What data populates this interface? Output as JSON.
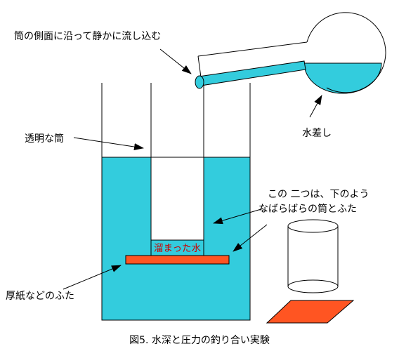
{
  "labels": {
    "pour_instruction": "筒の側面に沿って静かに流し込む",
    "transparent_tube": "透明な筒",
    "water_dispenser": "水差し",
    "these_two_line1": "この 二つは、下のよう",
    "these_two_line2": "なばらばらの筒とふた",
    "pooled_water": "溜まった水",
    "thick_paper_lid": "厚紙などのふた"
  },
  "caption": "図5. 水深と圧力の釣り合い実験",
  "colors": {
    "water": "#33ccdd",
    "lid": "#ff5522",
    "outline": "#000000",
    "red_text": "#cc0000",
    "background": "#ffffff"
  }
}
